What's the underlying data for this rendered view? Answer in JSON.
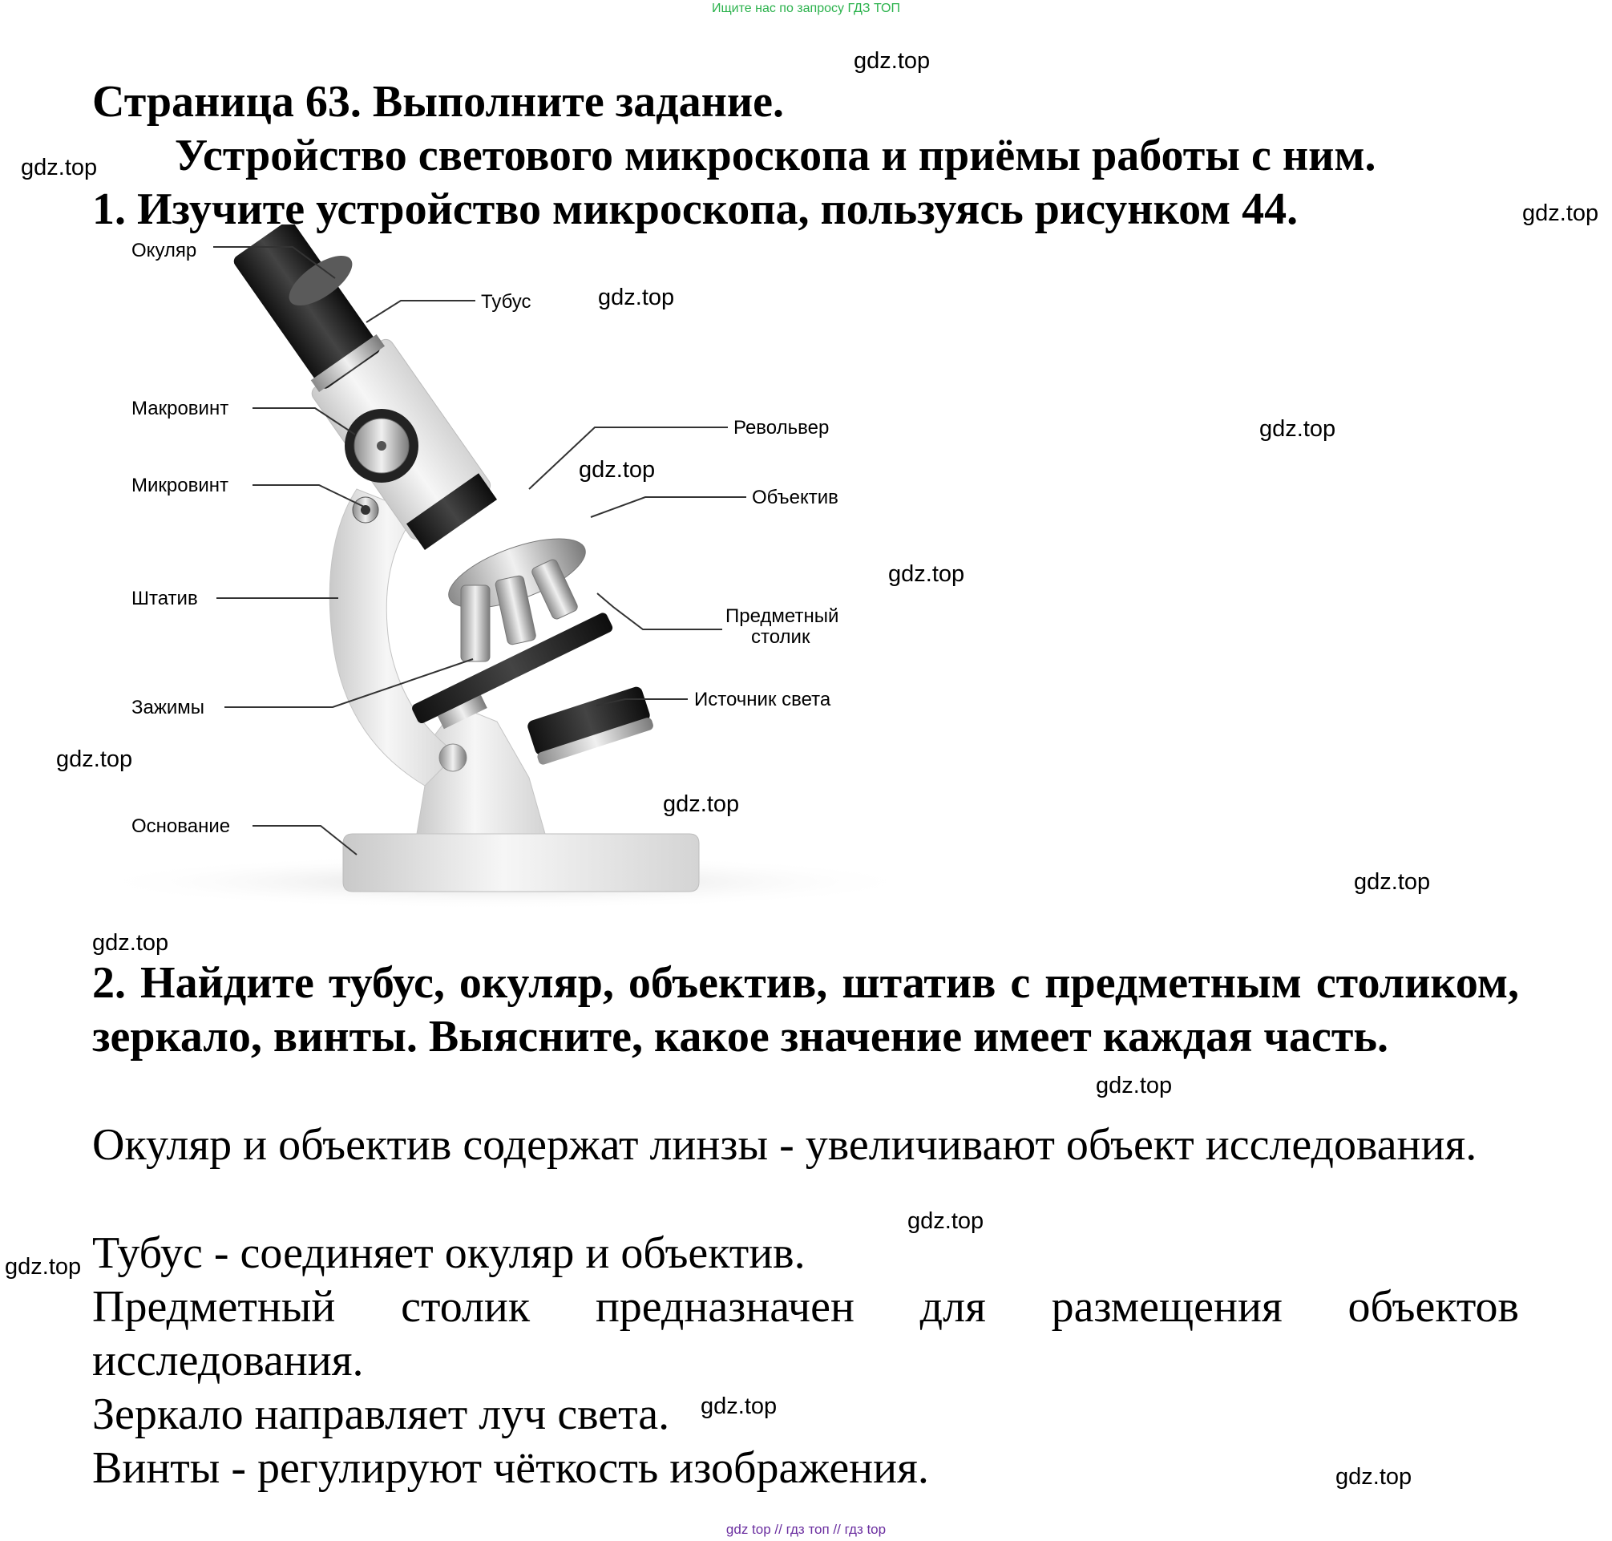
{
  "banner": "Ищите нас по запросу ГДЗ ТОП",
  "watermark": "gdz.top",
  "title": "Страница 63. Выполните задание.",
  "subtitle": "Устройство светового микроскопа и приёмы работы с ним.",
  "task1": "1. Изучите устройство микроскопа, пользуясь рисунком 44.",
  "figure": {
    "labels": {
      "eyepiece": "Окуляр",
      "tube": "Тубус",
      "macro": "Макровинт",
      "micro": "Микровинт",
      "stand": "Штатив",
      "clamps": "Зажимы",
      "base": "Основание",
      "revolver": "Револьвер",
      "objective": "Объектив",
      "stage_line1": "Предметный",
      "stage_line2": "столик",
      "light": "Источник света"
    }
  },
  "task2": "2. Найдите тубус, окуляр, объектив, штатив с предметным столиком, зеркало, винты. Выясните, какое значение имеет каждая часть.",
  "answers": [
    "Окуляр и объектив содержат линзы - увеличивают объект исследования.",
    "Тубус - соединяет окуляр и объектив.",
    "Предметный столик предназначен для размещения объектов исследования.",
    "Зеркало направляет луч света.",
    "Винты - регулируют чёткость изображения."
  ],
  "footer": "gdz top  //  гдз топ  //  гдз top"
}
